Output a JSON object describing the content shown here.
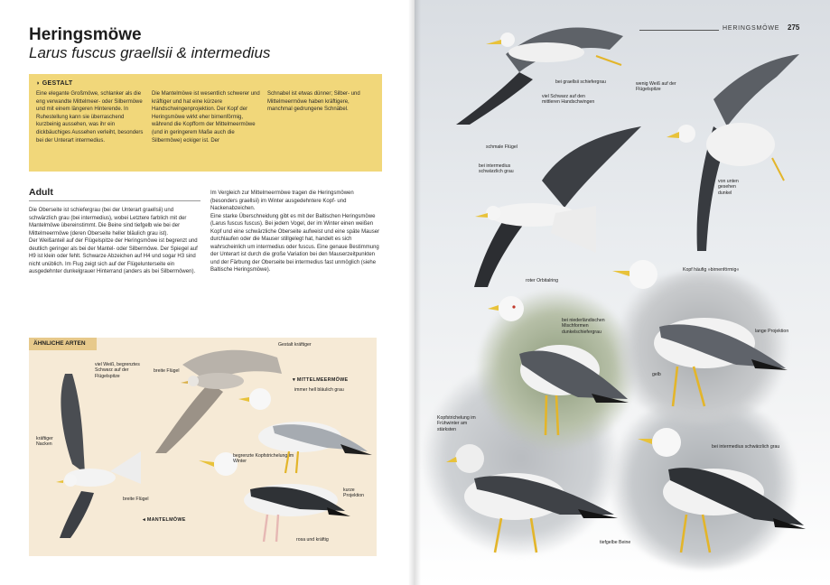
{
  "header": {
    "running_title": "HERINGSMÖWE",
    "page_number": "275"
  },
  "title": "Heringsmöwe",
  "subtitle": "Larus fuscus graellsii & intermedius",
  "gestalt": {
    "heading": "GESTALT",
    "col1": "Eine elegante Großmöwe, schlanker als die eng verwandte Mittelmeer- oder Silbermöwe und mit einem längeren Hinterende. In Ruhestellung kann sie überraschend kurzbeinig aussehen, was ihr ein dickbäuchiges Aussehen verleiht, besonders bei der Unterart intermedius.",
    "col2": "Die Mantelmöwe ist wesentlich schwerer und kräftiger und hat eine kürzere Handschwingenprojektion. Der Kopf der Heringsmöwe wirkt eher birnenförmig, während die Kopfform der Mittelmeermöwe (und in geringerem Maße auch die Silbermöwe) eckiger ist. Der",
    "col3": "Schnabel ist etwas dünner; Silber- und Mittelmeermöwe haben kräftigere, manchmal gedrungene Schnäbel."
  },
  "adult": {
    "heading": "Adult",
    "col1": "Die Oberseite ist schiefergrau (bei der Unterart graellsii) und schwärzlich grau (bei intermedius), wobei Letztere farblich mit der Mantelmöwe übereinstimmt. Die Beine sind tiefgelb wie bei der Mittelmeermöwe (deren Oberseite heller bläulich grau ist).\nDer Weißanteil auf der Flügelspitze der Heringsmöwe ist begrenzt und deutlich geringer als bei der Mantel- oder Silbermöwe. Der Spiegel auf H9 ist klein oder fehlt. Schwarze Abzeichen auf H4 und sogar H3 sind nicht unüblich. Im Flug zeigt sich auf der Flügelunterseite ein ausgedehnter dunkelgrauer Hinterrand (anders als bei Silbermöwen).",
    "col2": "Im Vergleich zur Mittelmeermöwe tragen die Heringsmöwen (besonders graellsii) im Winter ausgedehntere Kopf- und Nackenabzeichen.\nEine starke Überschneidung gibt es mit der Baltischen Heringsmöwe (Larus fuscus fuscus). Bei jedem Vogel, der im Winter einen weißen Kopf und eine schwärzliche Oberseite aufweist und eine späte Mauser durchlaufen oder die Mauser stillgelegt hat, handelt es sich wahrscheinlich um intermedius oder fuscus. Eine genaue Bestimmung der Unterart ist durch die große Variation bei den Mauserzeitpunkten und der Färbung der Oberseite bei intermedius fast unmöglich (siehe Baltische Heringsmöwe)."
  },
  "similar": {
    "heading": "ÄHNLICHE ARTEN",
    "tag_mittelmeer": "MITTELMEERMÖWE",
    "tag_mantel": "MANTELMÖWE",
    "labels": {
      "wenig_weiss": "viel Weiß, begrenztes Schwarz auf der Flügelspitze",
      "nacken": "kräftiger Nacken",
      "breite_fluegel_1": "breite Flügel",
      "breite_fluegel_2": "breite Flügel",
      "gestalt": "Gestalt kräftiger",
      "immer_hell": "immer hell bläulich grau",
      "begrenzte": "begrenzte Kopfstrichelung im Winter",
      "kurze": "kurze Projektion",
      "rosa": "rosa und kräftig"
    }
  },
  "right_labels": {
    "graellsii": "bei graellsii schiefergrau",
    "viel_schwarz": "viel Schwarz auf den mittleren Handschwingen",
    "wenig_weiss": "wenig Weiß auf der Flügelspitze",
    "schmale": "schmale Flügel",
    "intermedius_grau": "bei intermedius schwärzlich grau",
    "von_unten": "von unten gesehen dunkel",
    "roter": "roter Orbitalring",
    "kopf": "Kopf häufig »birnenförmig«",
    "niederl": "bei niederländischen Mischformen dunkelschiefergrau",
    "lange": "lange Projektion",
    "gelb": "gelb",
    "kopfstrich": "Kopfstrichelung im Frühwinter am stärksten",
    "schwaerzlich": "bei intermedius schwärzlich grau",
    "tiefgelbe": "tiefgelbe Beine"
  },
  "colors": {
    "gestalt_box": "#f1d77a",
    "similar_box": "#f6ead6",
    "similar_head": "#e7c98b",
    "mantle_dark": "#4a4d52",
    "mantle_slate": "#6b7077",
    "leg_yellow": "#e3b52a",
    "bill_yellow": "#e8c23a"
  }
}
